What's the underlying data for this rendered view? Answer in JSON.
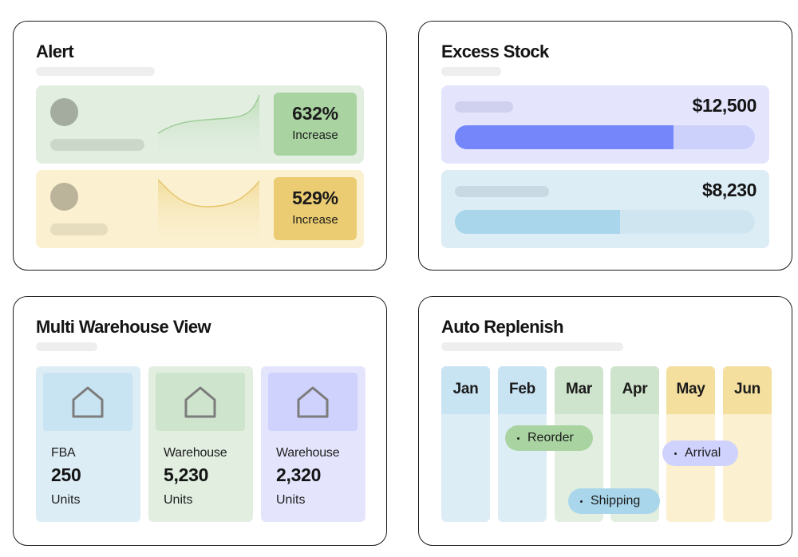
{
  "alert": {
    "title": "Alert",
    "rows": [
      {
        "percent": "632%",
        "label": "Increase",
        "trend": "rising"
      },
      {
        "percent": "529%",
        "label": "Increase",
        "trend": "u-shape"
      }
    ]
  },
  "excess_stock": {
    "title": "Excess Stock",
    "items": [
      {
        "amount": "$12,500",
        "fill_fraction": 0.73
      },
      {
        "amount": "$8,230",
        "fill_fraction": 0.55
      }
    ]
  },
  "warehouse": {
    "title": "Multi Warehouse View",
    "locations": [
      {
        "name": "FBA",
        "count": "250",
        "units": "Units",
        "icon": "home-icon"
      },
      {
        "name": "Warehouse",
        "count": "5,230",
        "units": "Units",
        "icon": "home-icon"
      },
      {
        "name": "Warehouse",
        "count": "2,320",
        "units": "Units",
        "icon": "home-icon"
      }
    ]
  },
  "replenish": {
    "title": "Auto Replenish",
    "months": [
      "Jan",
      "Feb",
      "Mar",
      "Apr",
      "May",
      "Jun"
    ],
    "events": [
      {
        "label": "Reorder"
      },
      {
        "label": "Arrival"
      },
      {
        "label": "Shipping"
      }
    ]
  },
  "colors": {
    "green_bg": "#e1eee0",
    "green_badge": "#a9d4a1",
    "yellow_bg": "#fbf0cf",
    "yellow_badge": "#ebcc72",
    "purple_bg": "#e4e5fd",
    "purple_fill": "#7586fb",
    "blue_bg": "#ddedf6",
    "blue_fill": "#a9d6ea"
  }
}
